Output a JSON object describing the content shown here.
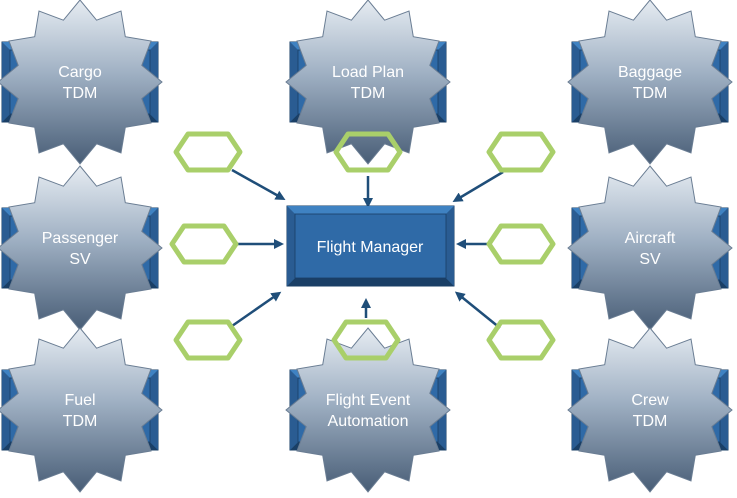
{
  "center": {
    "label": "Flight Manager"
  },
  "nodes": [
    {
      "id": "cargo",
      "line1": "Cargo",
      "line2": "TDM"
    },
    {
      "id": "load-plan",
      "line1": "Load Plan",
      "line2": "TDM"
    },
    {
      "id": "baggage",
      "line1": "Baggage",
      "line2": "TDM"
    },
    {
      "id": "passenger",
      "line1": "Passenger",
      "line2": "SV"
    },
    {
      "id": "aircraft",
      "line1": "Aircraft",
      "line2": "SV"
    },
    {
      "id": "fuel",
      "line1": "Fuel",
      "line2": "TDM"
    },
    {
      "id": "flight-event",
      "line1": "Flight Event",
      "line2": "Automation"
    },
    {
      "id": "crew",
      "line1": "Crew",
      "line2": "TDM"
    }
  ],
  "colors": {
    "star_top": "#e6ecf2",
    "star_bottom": "#485d76",
    "star_edge": "#6a7d93",
    "box_fill": "#2f6aa7",
    "box_dark": "#1a3f66",
    "box_light": "#3f82c2",
    "connector": "#1f4e79",
    "hexagon": "#a9cf6a"
  }
}
